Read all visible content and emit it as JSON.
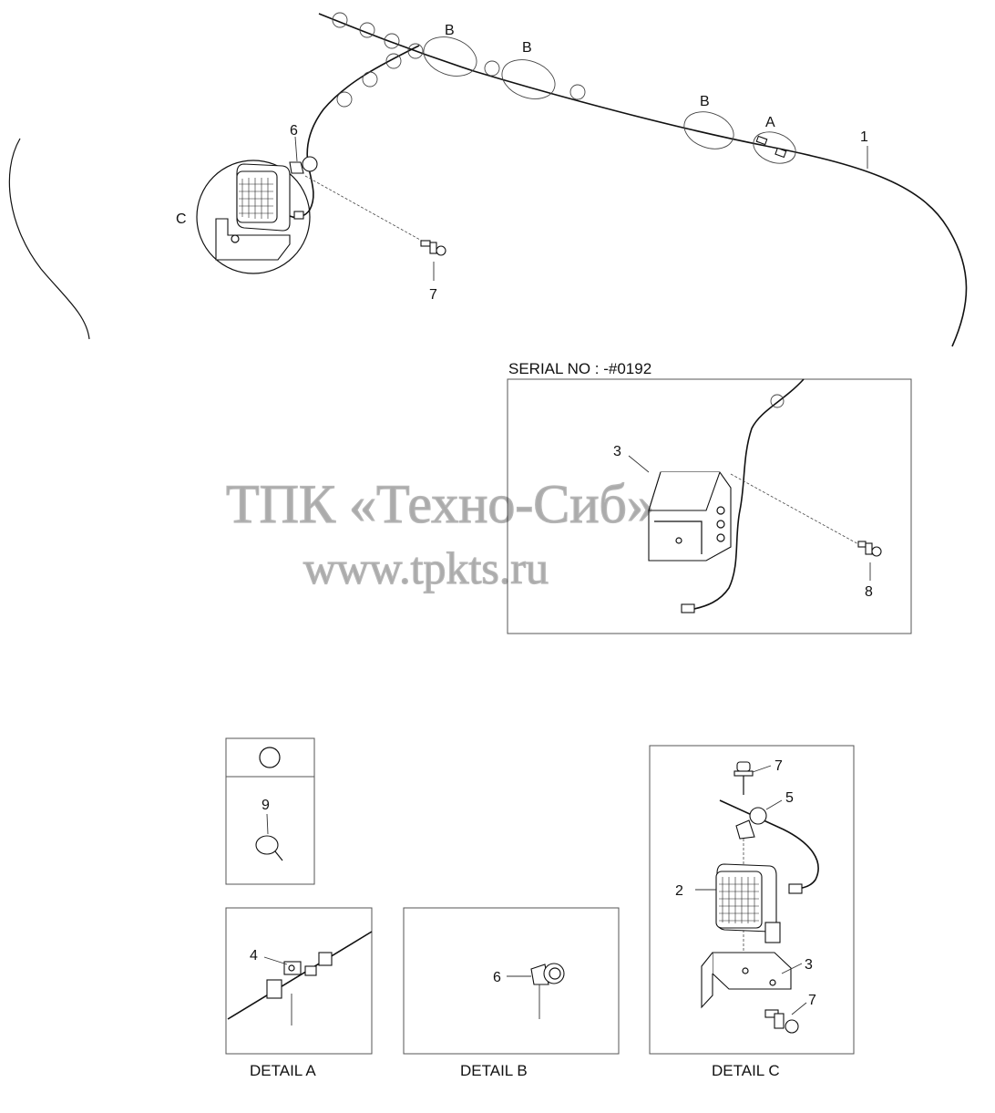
{
  "callouts": {
    "c1": "1",
    "c2": "2",
    "c3": "3",
    "c4": "4",
    "c5": "5",
    "c6": "6",
    "c7": "7",
    "c8": "8",
    "c9": "9",
    "a": "A",
    "b": "B",
    "c": "C"
  },
  "serial_note": "SERIAL NO : -#0192",
  "details": {
    "a": "DETAIL  A",
    "b": "DETAIL  B",
    "c": "DETAIL  C"
  },
  "watermark": {
    "line1": "ТПК «Техно-Сиб»",
    "line2": "www.tpkts.ru"
  }
}
